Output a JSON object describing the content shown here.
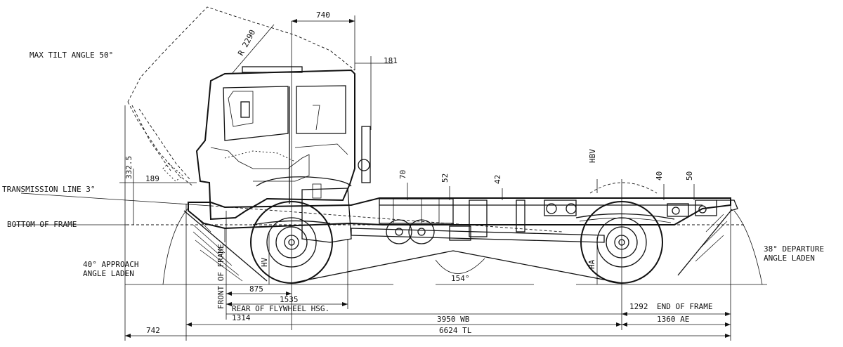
{
  "labels": {
    "max_tilt": "MAX TILT ANGLE 50°",
    "tilt_radius": "R 2290",
    "transmission_line": "TRANSMISSION LINE 3°",
    "bottom_of_frame": "BOTTOM OF FRAME",
    "approach_line1": "40° APPROACH",
    "approach_line2": "ANGLE LADEN",
    "departure_line1": "38° DEPARTURE",
    "departure_line2": "ANGLE LADEN",
    "front_of_frame": "FRONT OF FRAME",
    "rear_flywheel": "REAR OF FLYWHEEL HSG.",
    "end_of_frame": "END OF FRAME",
    "ramp_angle": "154°",
    "hv": "HV",
    "ha": "HA",
    "hbv": "HBV"
  },
  "dimensions": {
    "d740": "740",
    "d181": "181",
    "d332_5": "332.5",
    "d189": "189",
    "d70": "70",
    "d52": "52",
    "d42": "42",
    "d40": "40",
    "d50": "50",
    "d875": "875",
    "d1535": "1535",
    "d1314": "1314",
    "d1292": "1292",
    "wheelbase": "3950 WB",
    "rear_overhang": "1360 AE",
    "front_overhang": "742",
    "total_length": "6624 TL"
  }
}
